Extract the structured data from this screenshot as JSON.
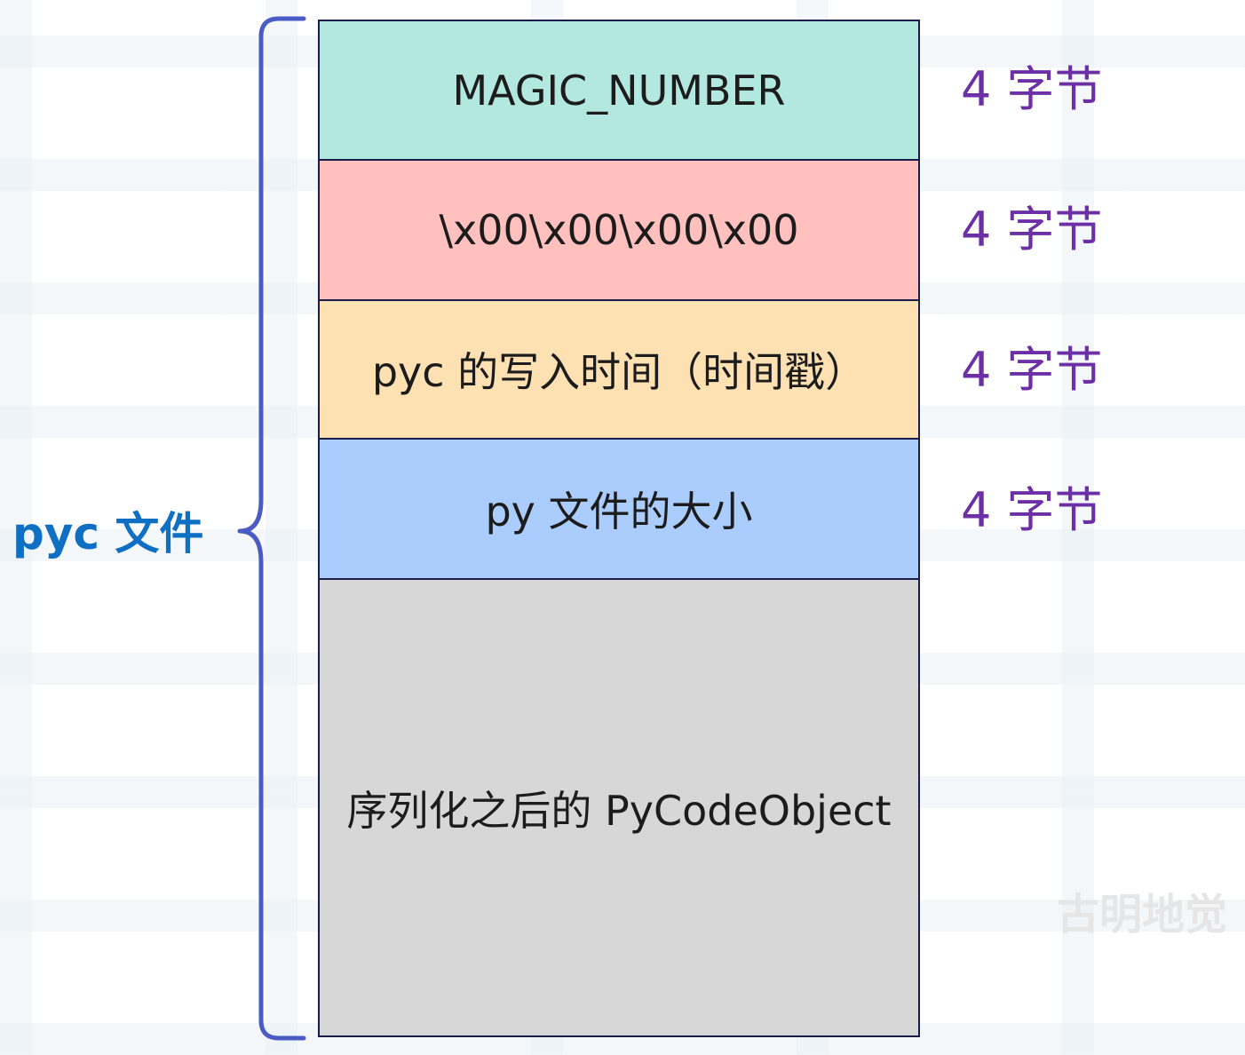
{
  "diagram": {
    "segments": [
      {
        "label": "MAGIC_NUMBER",
        "size": "4 字节",
        "color": "#b3e8e0"
      },
      {
        "label": "\\x00\\x00\\x00\\x00",
        "size": "4 字节",
        "color": "#ffc0be"
      },
      {
        "label": "pyc 的写入时间（时间戳）",
        "size": "4 字节",
        "color": "#fde1b2"
      },
      {
        "label": "py 文件的大小",
        "size": "4 字节",
        "color": "#abcdfd"
      },
      {
        "label": "序列化之后的 PyCodeObject",
        "color": "#d7d7d7"
      }
    ],
    "group_label": "pyc 文件",
    "watermark": "古明地觉"
  },
  "colors": {
    "border": "#1a1d4a",
    "brace": "#4a5bc4",
    "group_label": "#0f6fc2",
    "size_label": "#6c2fa6"
  }
}
